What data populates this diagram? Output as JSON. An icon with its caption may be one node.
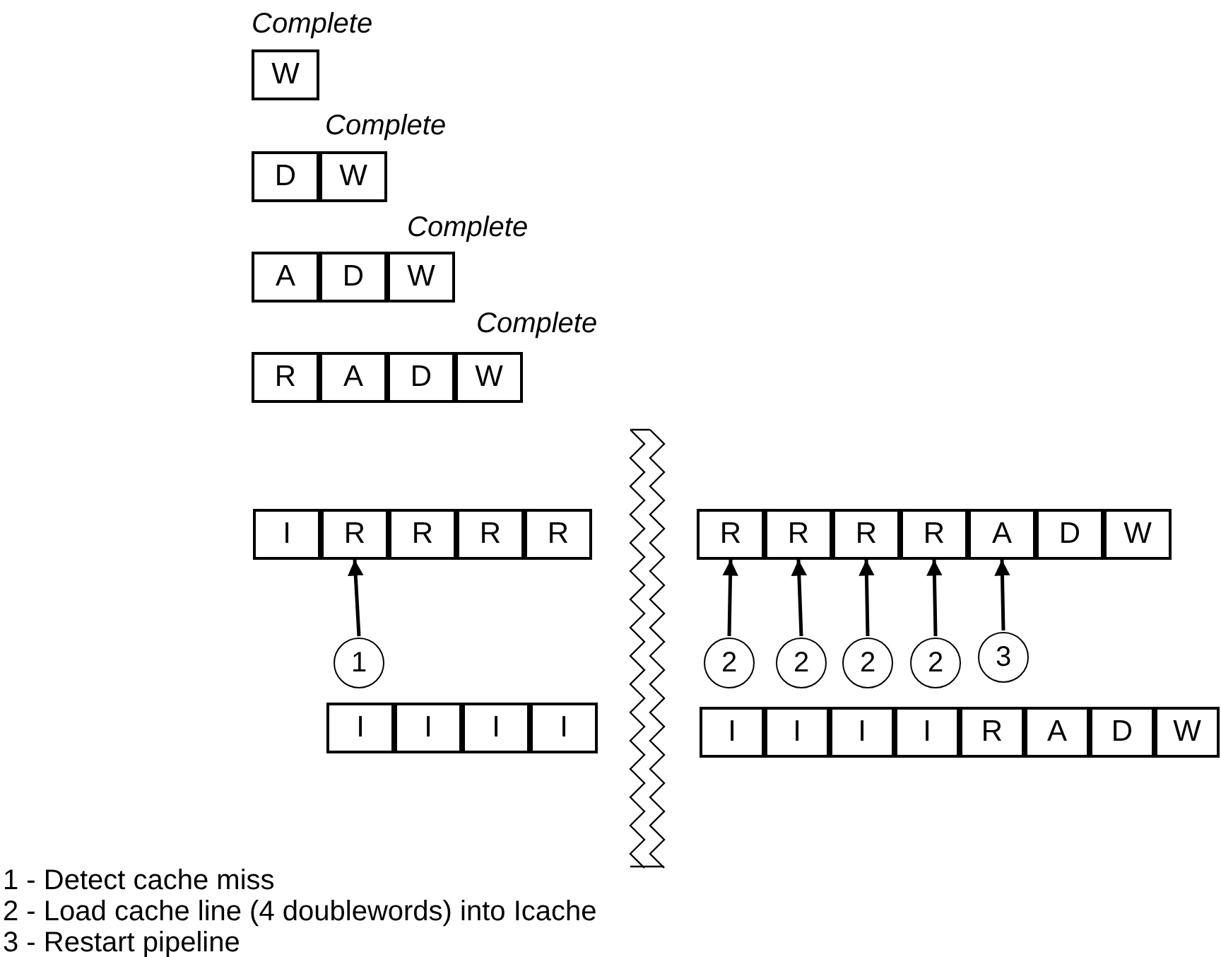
{
  "diagram": {
    "nodes": [
      {
        "text": [
          "W"
        ]
      },
      {
        "text": [
          "D"
        ]
      },
      {
        "text": [
          "W"
        ]
      },
      {
        "text": [
          "A"
        ]
      },
      {
        "text": [
          "D"
        ]
      },
      {
        "text": [
          "W"
        ]
      },
      {
        "text": [
          "R"
        ]
      },
      {
        "text": [
          "A"
        ]
      },
      {
        "text": [
          "D"
        ]
      },
      {
        "text": [
          "W"
        ]
      },
      {
        "text": [
          "I"
        ]
      },
      {
        "text": [
          "R"
        ]
      },
      {
        "text": [
          "R"
        ]
      },
      {
        "text": [
          "R"
        ]
      },
      {
        "text": [
          "R"
        ]
      },
      {
        "text": [
          "R"
        ]
      },
      {
        "text": [
          "R"
        ]
      },
      {
        "text": [
          "R"
        ]
      },
      {
        "text": [
          "R"
        ]
      },
      {
        "text": [
          "A"
        ]
      },
      {
        "text": [
          "D"
        ]
      },
      {
        "text": [
          "W"
        ]
      },
      {
        "text": [
          "1"
        ]
      },
      {
        "text": [
          "2"
        ]
      },
      {
        "text": [
          "2"
        ]
      },
      {
        "text": [
          "2"
        ]
      },
      {
        "text": [
          "2"
        ]
      },
      {
        "text": [
          "3"
        ]
      },
      {
        "text": [
          "I"
        ]
      },
      {
        "text": [
          "I"
        ]
      },
      {
        "text": [
          "I"
        ]
      },
      {
        "text": [
          "I"
        ]
      },
      {
        "text": [
          "I"
        ]
      },
      {
        "text": [
          "I"
        ]
      },
      {
        "text": [
          "I"
        ]
      },
      {
        "text": [
          "I"
        ]
      },
      {
        "text": [
          "R"
        ]
      },
      {
        "text": [
          "A"
        ]
      },
      {
        "text": [
          "D"
        ]
      },
      {
        "text": [
          "W"
        ]
      }
    ],
    "edges": [
      {
        "from": 22,
        "to": 11,
        "arrow": "to"
      },
      {
        "from": 23,
        "to": 15,
        "arrow": "to"
      },
      {
        "from": 24,
        "to": 16,
        "arrow": "to"
      },
      {
        "from": 25,
        "to": 17,
        "arrow": "to"
      },
      {
        "from": 26,
        "to": 18,
        "arrow": "to"
      },
      {
        "from": 27,
        "to": 19,
        "arrow": "to"
      }
    ],
    "labels": [
      "Complete",
      "Complete",
      "Complete",
      "Complete",
      "1 - Detect cache miss",
      "2 - Load cache line (4 doublewords) into Icache",
      "3 - Restart pipeline"
    ]
  }
}
